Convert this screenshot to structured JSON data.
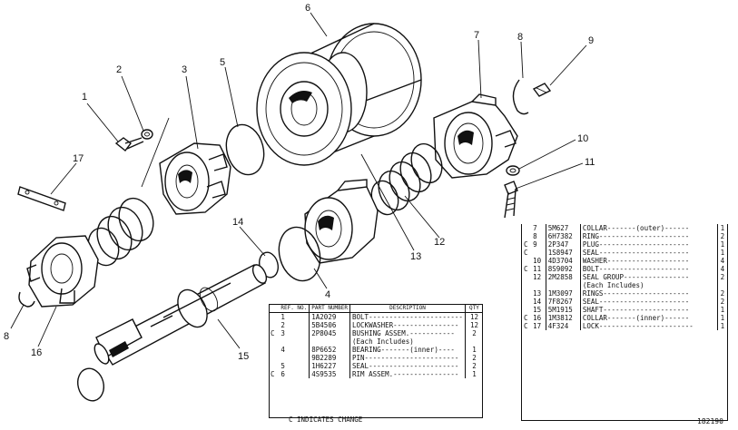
{
  "callouts": [
    {
      "id": "1",
      "label": "1"
    },
    {
      "id": "2",
      "label": "2"
    },
    {
      "id": "3",
      "label": "3"
    },
    {
      "id": "4",
      "label": "4"
    },
    {
      "id": "5",
      "label": "5"
    },
    {
      "id": "6",
      "label": "6"
    },
    {
      "id": "7",
      "label": "7"
    },
    {
      "id": "8",
      "label": "8"
    },
    {
      "id": "8b",
      "label": "8"
    },
    {
      "id": "9",
      "label": "9"
    },
    {
      "id": "10",
      "label": "10"
    },
    {
      "id": "11",
      "label": "11"
    },
    {
      "id": "12",
      "label": "12"
    },
    {
      "id": "13",
      "label": "13"
    },
    {
      "id": "14",
      "label": "14"
    },
    {
      "id": "15",
      "label": "15"
    },
    {
      "id": "16",
      "label": "16"
    },
    {
      "id": "17",
      "label": "17"
    }
  ],
  "left_list": {
    "header": {
      "ref": "REF. NO.",
      "part": "PART NUMBER",
      "desc": "DESCRIPTION",
      "qty": "QTY"
    },
    "rows": [
      {
        "c": "",
        "ref": "1",
        "part": "1A2029",
        "desc": "BOLT-----------------------",
        "qty": "12"
      },
      {
        "c": "",
        "ref": "2",
        "part": "5B4506",
        "desc": "LOCKWASHER----------------",
        "qty": "12"
      },
      {
        "c": "C",
        "ref": "3",
        "part": "2P8045",
        "desc": "BUSHING ASSEM.-----------",
        "qty": "2"
      },
      {
        "c": "",
        "ref": "",
        "part": "",
        "desc": "(Each Includes)",
        "qty": ""
      },
      {
        "c": "",
        "ref": "4",
        "part": "8P6652",
        "desc": "BEARING-------(inner)----",
        "qty": "1"
      },
      {
        "c": "",
        "ref": "",
        "part": "9B2289",
        "desc": "PIN-----------------------",
        "qty": "2"
      },
      {
        "c": "",
        "ref": "5",
        "part": "1H6227",
        "desc": "SEAL----------------------",
        "qty": "2"
      },
      {
        "c": "C",
        "ref": "6",
        "part": "4S9535",
        "desc": "RIM ASSEM.----------------",
        "qty": "1"
      }
    ]
  },
  "right_list": {
    "rows": [
      {
        "c": "",
        "ref": "7",
        "part": "5M627",
        "desc": "COLLAR-------(outer)------",
        "qty": "1"
      },
      {
        "c": "",
        "ref": "8",
        "part": "6H7382",
        "desc": "RING----------------------",
        "qty": "2"
      },
      {
        "c": "C",
        "ref": "9",
        "part": "2P347",
        "desc": "PLUG----------------------",
        "qty": "1"
      },
      {
        "c": "C",
        "ref": "",
        "part": "1S8947",
        "desc": "SEAL----------------------",
        "qty": "1"
      },
      {
        "c": "",
        "ref": "10",
        "part": "4D3704",
        "desc": "WASHER--------------------",
        "qty": "4"
      },
      {
        "c": "C",
        "ref": "11",
        "part": "8S9092",
        "desc": "BOLT----------------------",
        "qty": "4"
      },
      {
        "c": "",
        "ref": "12",
        "part": "2M2858",
        "desc": "SEAL GROUP----------------",
        "qty": "2"
      },
      {
        "c": "",
        "ref": "",
        "part": "",
        "desc": "(Each Includes)",
        "qty": ""
      },
      {
        "c": "",
        "ref": "13",
        "part": "1M3097",
        "desc": "RINGS---------------------",
        "qty": "2"
      },
      {
        "c": "",
        "ref": "14",
        "part": "7F8267",
        "desc": "SEAL----------------------",
        "qty": "2"
      },
      {
        "c": "",
        "ref": "15",
        "part": "5M1915",
        "desc": "SHAFT---------------------",
        "qty": "1"
      },
      {
        "c": "C",
        "ref": "16",
        "part": "1M3812",
        "desc": "COLLAR-------(inner)------",
        "qty": "1"
      },
      {
        "c": "C",
        "ref": "17",
        "part": "4F324",
        "desc": "LOCK-----------------------",
        "qty": "1"
      }
    ]
  },
  "footnote": "C INDICATES CHANGE",
  "figure_number": "182190"
}
